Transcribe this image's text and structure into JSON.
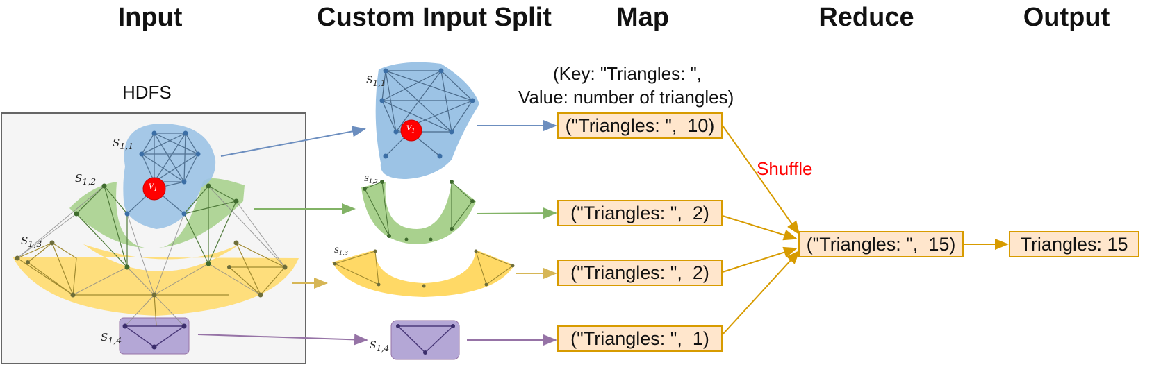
{
  "headers": {
    "input": "Input",
    "split": "Custom Input Split",
    "map": "Map",
    "reduce": "Reduce",
    "output": "Output"
  },
  "hdfs_label": "HDFS",
  "kv_caption": {
    "line1": "(Key: \"Triangles: \",",
    "line2": "Value: number of triangles)"
  },
  "shuffle_label": "Shuffle",
  "map_outputs": [
    "(\"Triangles: \",  10)",
    "(\"Triangles: \",  2)",
    "(\"Triangles: \",  2)",
    "(\"Triangles: \",  1)"
  ],
  "reduce_output": "(\"Triangles: \",  15)",
  "final_output": "Triangles: 15",
  "subgraph_labels": [
    "S1,1",
    "S1,2",
    "S1,3",
    "S1,4"
  ],
  "vertex_label": "V1",
  "colors": {
    "blue": "#9cc3e5",
    "green": "#a9d18e",
    "yellow": "#ffd966",
    "purple": "#b4a7d6",
    "box_fill": "#ffe6cc",
    "box_border": "#d79b00",
    "shuffle": "#ff0000",
    "vertex": "#ff0000"
  }
}
